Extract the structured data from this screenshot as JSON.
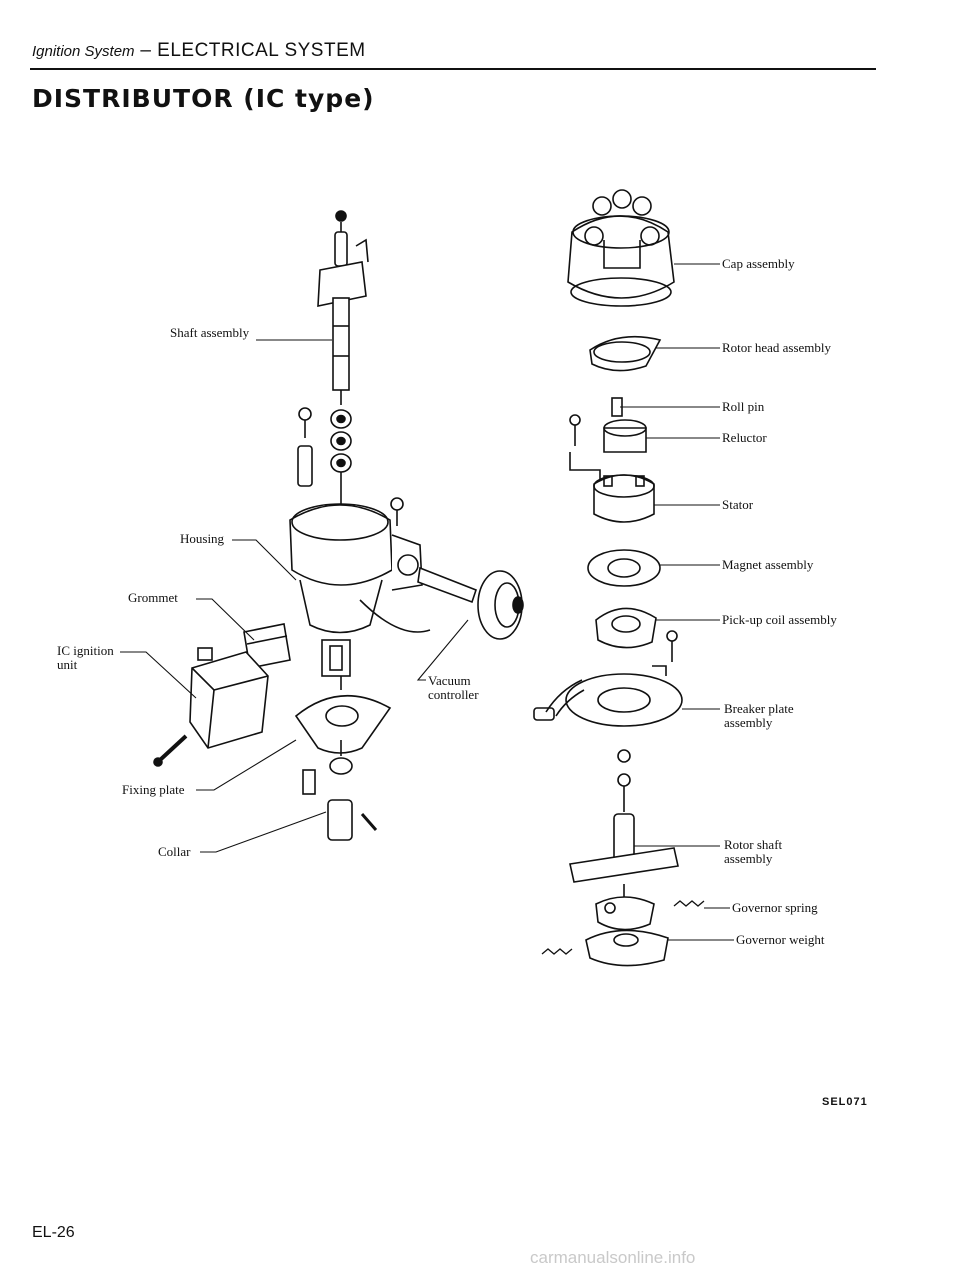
{
  "header": {
    "section": "Ignition System",
    "separator": " – ",
    "chapter": "ELECTRICAL SYSTEM"
  },
  "title": "DISTRIBUTOR (IC type)",
  "labels_left": {
    "shaft_assembly": "Shaft assembly",
    "housing": "Housing",
    "grommet": "Grommet",
    "ic_ignition_1": "IC ignition",
    "ic_ignition_2": "unit",
    "vacuum_1": "Vacuum",
    "vacuum_2": "controller",
    "fixing_plate": "Fixing plate",
    "collar": "Collar"
  },
  "labels_right": {
    "cap_assembly": "Cap assembly",
    "rotor_head_assembly": "Rotor head assembly",
    "roll_pin": "Roll pin",
    "reluctor": "Reluctor",
    "stator": "Stator",
    "magnet_assembly": "Magnet assembly",
    "pickup_coil_assembly": "Pick-up coil assembly",
    "breaker_plate_1": "Breaker plate",
    "breaker_plate_2": "assembly",
    "rotor_shaft_1": "Rotor shaft",
    "rotor_shaft_2": "assembly",
    "governor_spring": "Governor spring",
    "governor_weight": "Governor weight"
  },
  "figure_code": "SEL071",
  "page_number": "EL-26",
  "watermark": "carmanualsonline.info"
}
